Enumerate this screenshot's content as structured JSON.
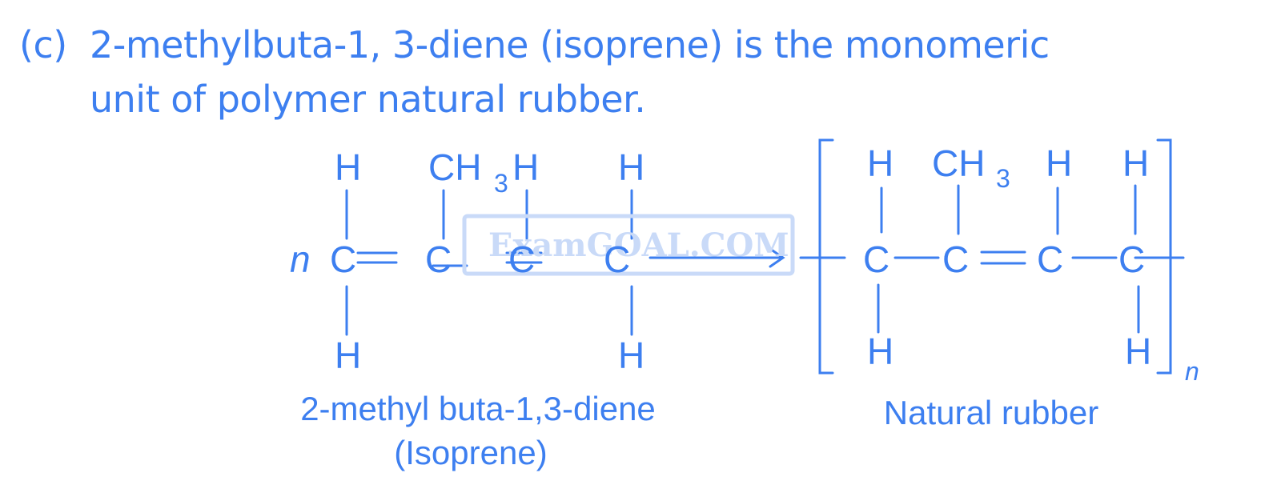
{
  "question": {
    "label": "(c)",
    "line1": "2-methylbuta-1, 3-diene (isoprene) is the monomeric",
    "line2": "unit of polymer natural rubber."
  },
  "reaction": {
    "coefficient": "n",
    "monomer": {
      "top_atoms": [
        "H",
        "CH",
        "3",
        "H",
        "H"
      ],
      "chain": [
        "C",
        "C",
        "C",
        "C"
      ],
      "bottom_atoms": [
        "H",
        "H"
      ],
      "caption_line1": "2-methyl buta-1,3-diene",
      "caption_line2": "(Isoprene)"
    },
    "arrow": "reaction-arrow",
    "polymer": {
      "top_atoms": [
        "H",
        "CH",
        "3",
        "H",
        "H"
      ],
      "chain": [
        "C",
        "C",
        "C",
        "C"
      ],
      "bottom_atoms": [
        "H",
        "H"
      ],
      "repeat_subscript": "n",
      "caption": "Natural rubber"
    }
  },
  "watermark": "ExamGOAL.COM",
  "colors": {
    "ink": "#3d7ff0",
    "watermark": "#c9daf8"
  }
}
